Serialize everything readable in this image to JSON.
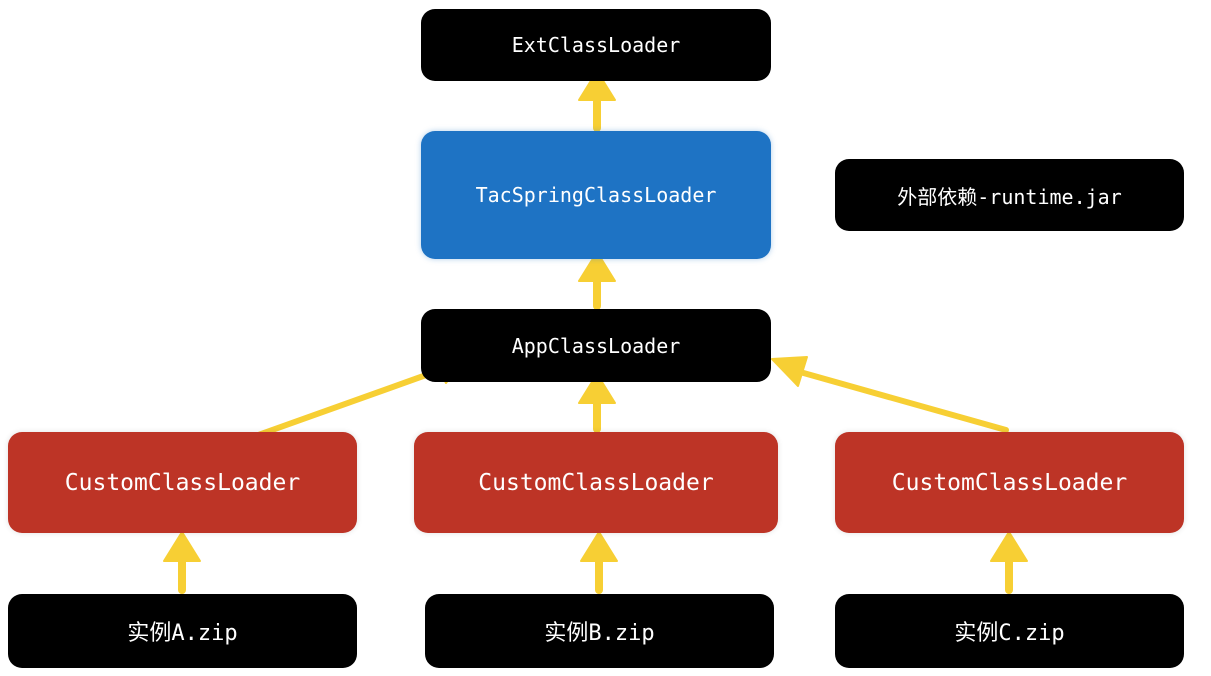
{
  "colors": {
    "black_node": "#000000",
    "blue_node": "#1e73c4",
    "red_node": "#bd3426",
    "arrow": "#f7cf34",
    "text": "#ffffff"
  },
  "nodes": {
    "ext": "ExtClassLoader",
    "tac": "TacSpringClassLoader",
    "external_dependency": "外部依赖-runtime.jar",
    "app": "AppClassLoader",
    "custom_1": "CustomClassLoader",
    "custom_2": "CustomClassLoader",
    "custom_3": "CustomClassLoader",
    "zip_a": "实例A.zip",
    "zip_b": "实例B.zip",
    "zip_c": "实例C.zip"
  },
  "arrows": [
    {
      "from": "tac",
      "to": "ext"
    },
    {
      "from": "app",
      "to": "tac"
    },
    {
      "from": "custom_1",
      "to": "app"
    },
    {
      "from": "custom_2",
      "to": "app"
    },
    {
      "from": "custom_3",
      "to": "app"
    },
    {
      "from": "zip_a",
      "to": "custom_1"
    },
    {
      "from": "zip_b",
      "to": "custom_2"
    },
    {
      "from": "zip_c",
      "to": "custom_3"
    }
  ]
}
